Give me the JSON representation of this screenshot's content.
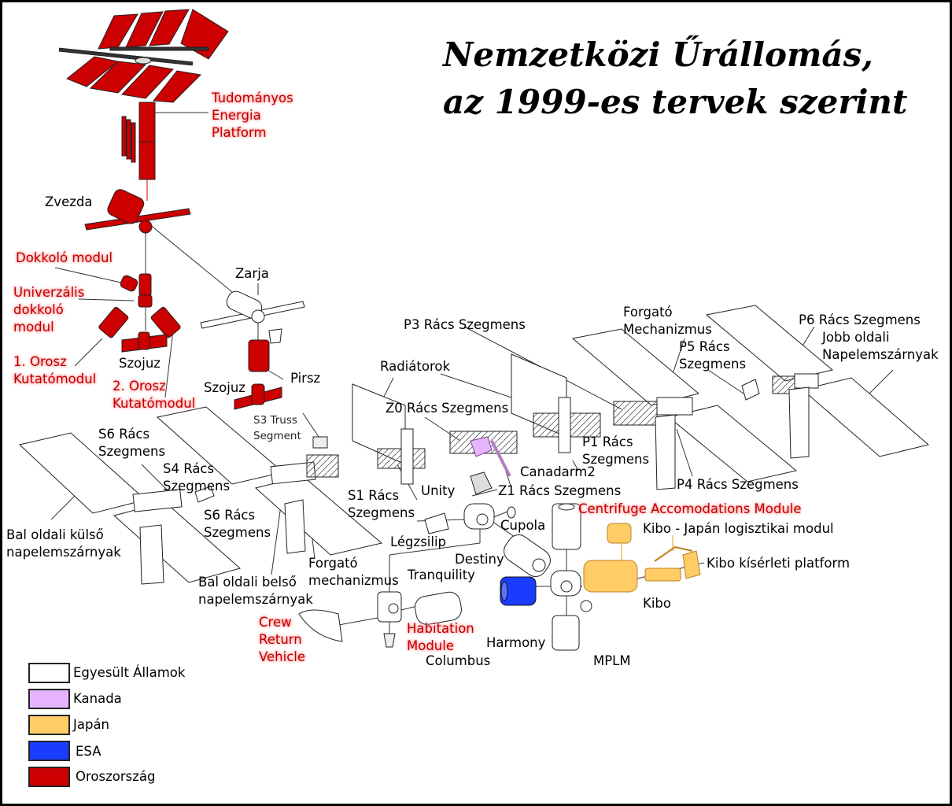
{
  "title": {
    "line1": "Nemzetközi Űrállomás,",
    "line2": "az 1999-es tervek szerint"
  },
  "colors": {
    "usa": "#ffffff",
    "canada": "#e6b3ff",
    "japan": "#ffcc66",
    "esa": "#1a3cff",
    "russia": "#cc0000",
    "outline": "#000000"
  },
  "labels": {
    "tudomanyos": "Tudományos\nEnergia\nPlatform",
    "zvezda": "Zvezda",
    "dokkolo": "Dokkoló modul",
    "univerzalis": "Univerzális\ndokkoló\nmodul",
    "orosz1": "1. Orosz\nKutatómodul",
    "szojuz1": "Szojuz",
    "orosz2": "2. Orosz\nKutatómodul",
    "zarja": "Zarja",
    "pirsz": "Pirsz",
    "szojuz2": "Szojuz",
    "s3truss": "S3 Truss\nSegment",
    "s6a": "S6 Rács\nSzegmens",
    "s4": "S4 Rács\nSzegmens",
    "s6b": "S6 Rács\nSzegmens",
    "bal_kulso": "Bal oldali külső\nnapelemszárnyak",
    "bal_belso": "Bal oldali belső\nnapelemszárnyak",
    "forgato1": "Forgató\nmechanizmus",
    "radiatorok": "Radiátorok",
    "p3": "P3 Rács Szegmens",
    "z0": "Z0 Rács Szegmens",
    "s1": "S1 Rács\nSzegmens",
    "unity": "Unity",
    "z1": "Z1 Rács Szegmens",
    "canadarm": "Canadarm2",
    "p1": "P1 Rács\nSzegmens",
    "forgato2": "Forgató\nMechanizmus",
    "p5": "P5 Rács\nSzegmens",
    "p6": "P6 Rács Szegmens",
    "jobb": "Jobb oldali\nNapelemszárnyak",
    "p4": "P4 Rács Szegmens",
    "legzsilip": "Légzsilip",
    "cupola": "Cupola",
    "destiny": "Destiny",
    "tranquility": "Tranquility",
    "crv": "Crew\nReturn\nVehicle",
    "habitation": "Habitation\nModule",
    "columbus": "Columbus",
    "harmony": "Harmony",
    "mplm": "MPLM",
    "cam": "Centrifuge Accomodations Module",
    "kibo_log": "Kibo - Japán logisztikai modul",
    "kibo_plat": "Kibo kísérleti platform",
    "kibo": "Kibo"
  },
  "legend": [
    {
      "label": "Egyesült Államok",
      "color": "#ffffff"
    },
    {
      "label": "Kanada",
      "color": "#e6b3ff"
    },
    {
      "label": "Japán",
      "color": "#ffcc66"
    },
    {
      "label": "ESA",
      "color": "#1a3cff"
    },
    {
      "label": "Oroszország",
      "color": "#cc0000"
    }
  ]
}
